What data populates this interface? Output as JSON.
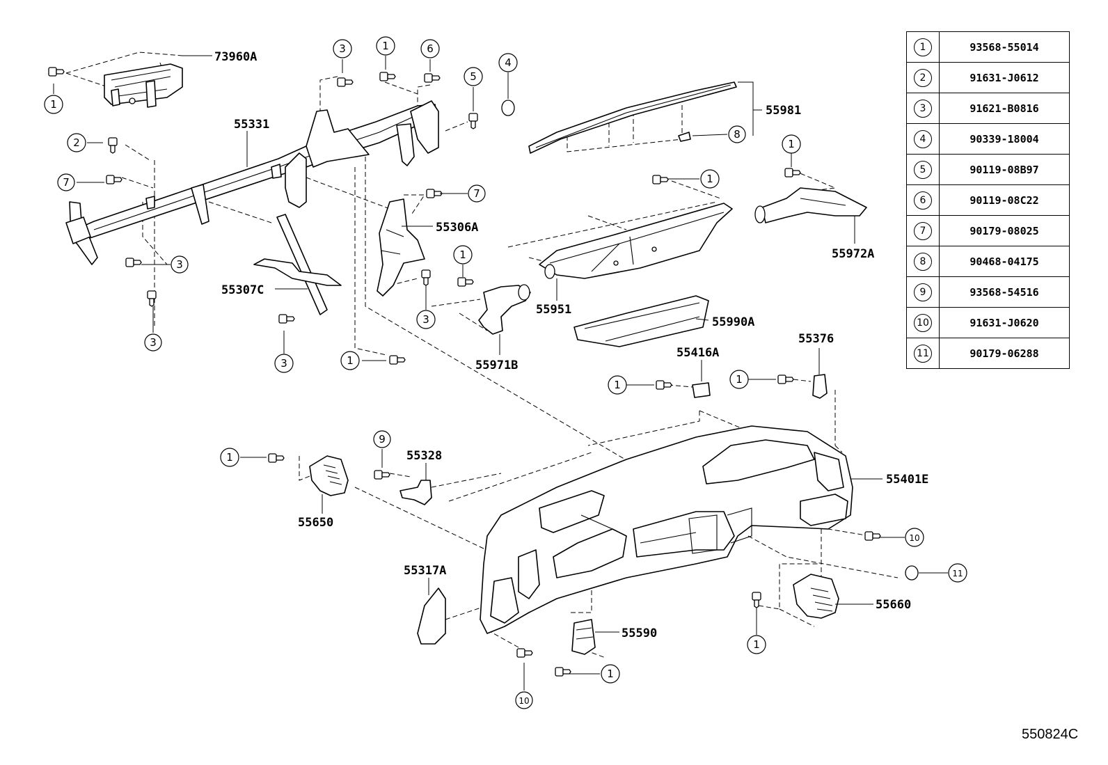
{
  "legend": [
    {
      "num": "1",
      "part": "93568-55014"
    },
    {
      "num": "2",
      "part": "91631-J0612"
    },
    {
      "num": "3",
      "part": "91621-B0816"
    },
    {
      "num": "4",
      "part": "90339-18004"
    },
    {
      "num": "5",
      "part": "90119-08B97"
    },
    {
      "num": "6",
      "part": "90119-08C22"
    },
    {
      "num": "7",
      "part": "90179-08025"
    },
    {
      "num": "8",
      "part": "90468-04175"
    },
    {
      "num": "9",
      "part": "93568-54516"
    },
    {
      "num": "10",
      "part": "91631-J0620"
    },
    {
      "num": "11",
      "part": "90179-06288"
    }
  ],
  "part_labels": {
    "p73960A": "73960A",
    "p55331": "55331",
    "p55306A": "55306A",
    "p55307C": "55307C",
    "p55971B": "55971B",
    "p55981": "55981",
    "p55951": "55951",
    "p55972A": "55972A",
    "p55990A": "55990A",
    "p55416A": "55416A",
    "p55376": "55376",
    "p55328": "55328",
    "p55401E": "55401E",
    "p55650": "55650",
    "p55317A": "55317A",
    "p55590": "55590",
    "p55660": "55660"
  },
  "callouts": {
    "c1": "1",
    "c2": "2",
    "c3": "3",
    "c4": "4",
    "c5": "5",
    "c6": "6",
    "c7": "7",
    "c8": "8",
    "c9": "9",
    "c10": "10",
    "c11": "11"
  },
  "diagram_code": "550824C"
}
